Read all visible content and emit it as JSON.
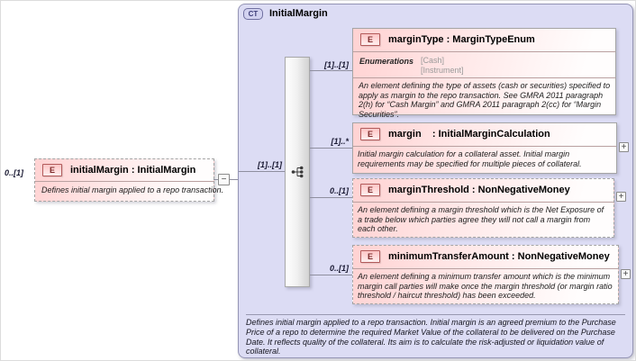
{
  "complex_type": {
    "badge": "CT",
    "name": "InitialMargin",
    "footer_annotation": "Defines initial margin applied to a repo transaction. Initial margin is an agreed premium to the Purchase Price of a repo to determine the required Market Value of the collateral to be delivered on the Purchase Date. It reflects quality of the collateral. Its aim is to calculate the risk-adjusted or liquidation value of collateral."
  },
  "source_element": {
    "cardinality": "0..[1]",
    "icon": "E",
    "label": "initialMargin : InitialMargin",
    "annotation": "Defines initial margin applied to a repo transaction.",
    "collapse_glyph": "−"
  },
  "compositor": {
    "kind": "sequence",
    "cardinality": "[1]..[1]"
  },
  "children": [
    {
      "cardinality": "[1]..[1]",
      "icon": "E",
      "label": "marginType : MarginTypeEnum",
      "enumerations_label": "Enumerations",
      "enumerations": [
        "[Cash]",
        "[Instrument]"
      ],
      "annotation": "An element defining the type of assets (cash or securities) specified to apply as margin to the repo transaction. See GMRA 2011 paragraph 2(h) for “Cash Margin” and GMRA 2011 paragraph 2(cc) for “Margin Securities”."
    },
    {
      "cardinality": "[1]..*",
      "icon": "E",
      "label": "margin    : InitialMarginCalculation",
      "annotation": "Initial margin calculation for a collateral asset. Initial margin requirements may be specified for multiple pieces of collateral.",
      "expand_glyph": "+"
    },
    {
      "cardinality": "0..[1]",
      "icon": "E",
      "label": "marginThreshold : NonNegativeMoney",
      "annotation": "An element defining a margin threshold which is the Net Exposure of a trade below which parties agree they will not call a margin from each other.",
      "expand_glyph": "+"
    },
    {
      "cardinality": "0..[1]",
      "icon": "E",
      "label": "minimumTransferAmount : NonNegativeMoney",
      "annotation": "An element defining a minimum transfer amount which is the minimum margin call parties will make once the margin threshold (or margin ratio threshold / haircut threshold) has been exceeded.",
      "expand_glyph": "+"
    }
  ],
  "colors": {
    "container_bg": "#dcdcf4",
    "box_pink": "#ffd2d2",
    "icon_red_border": "#b25b5b",
    "connector_line": "#8f8f9f"
  }
}
